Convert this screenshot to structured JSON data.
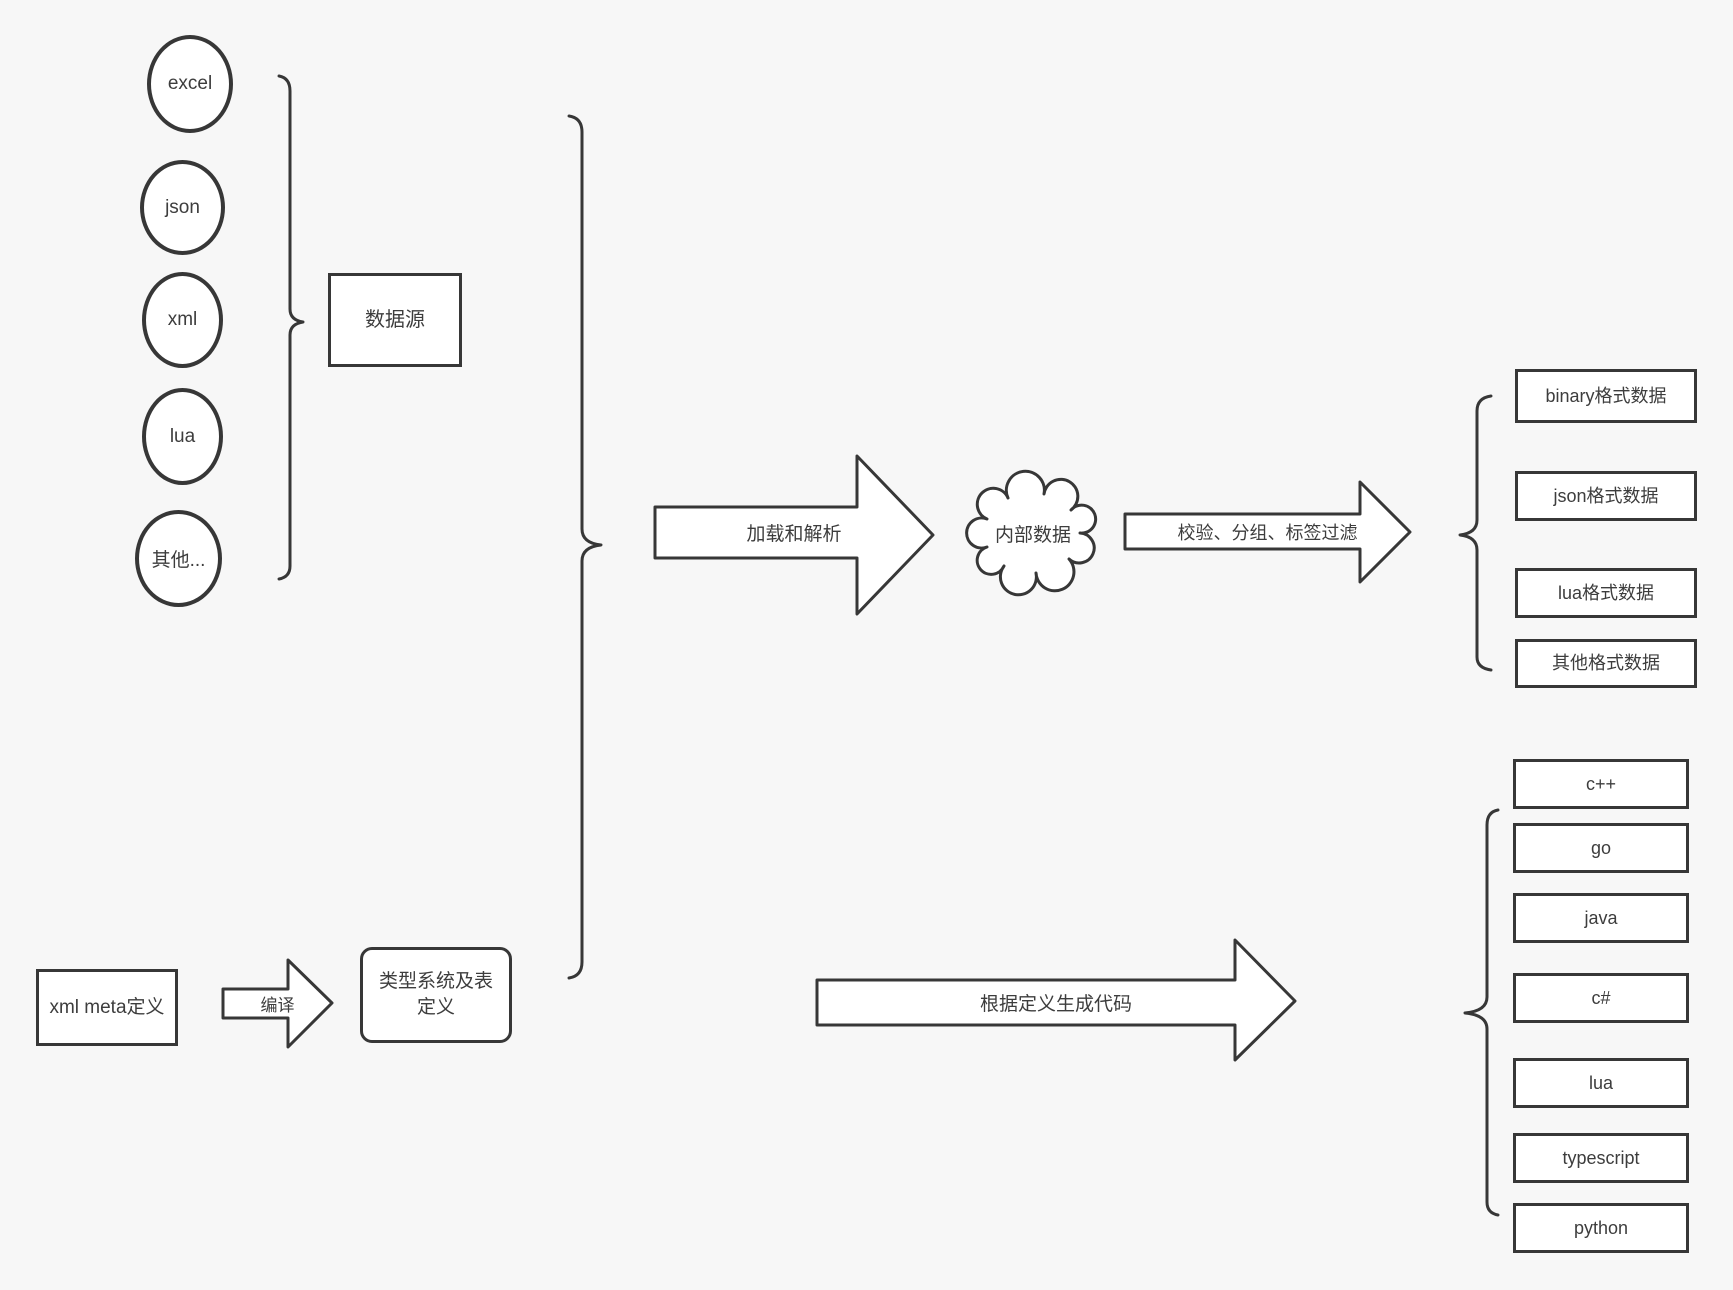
{
  "canvas": {
    "background": "#f7f7f7",
    "stroke_color": "#373737",
    "text_color": "#3d3d3d",
    "shape_fill": "#ffffff"
  },
  "sources": {
    "items": [
      "excel",
      "json",
      "xml",
      "lua",
      "其他..."
    ],
    "group_label": "数据源"
  },
  "pipeline": {
    "load_arrow_label": "加载和解析",
    "internal_data_label": "内部数据",
    "filter_arrow_label": "校验、分组、标签过滤"
  },
  "outputs": {
    "formats": [
      "binary格式数据",
      "json格式数据",
      "lua格式数据",
      "其他格式数据"
    ],
    "languages": [
      "c++",
      "go",
      "java",
      "c#",
      "lua",
      "typescript",
      "python"
    ]
  },
  "meta": {
    "xml_meta_label": "xml meta定义",
    "compile_arrow_label": "编译",
    "type_system_label": "类型系统及表定义",
    "codegen_arrow_label": "根据定义生成代码"
  }
}
